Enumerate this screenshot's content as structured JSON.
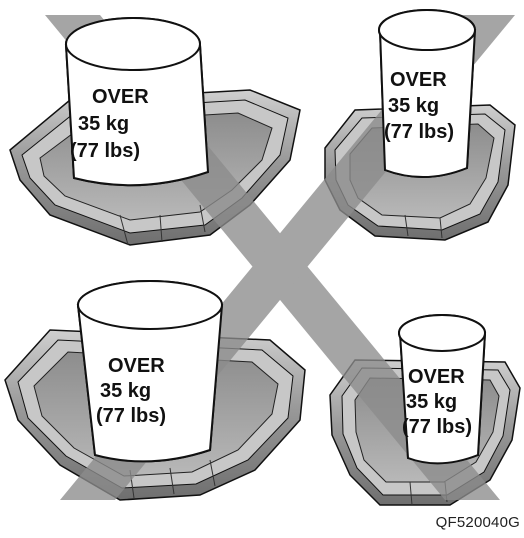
{
  "panels": [
    {
      "lines": [
        "OVER",
        "35 kg",
        "(77 lbs)"
      ]
    },
    {
      "lines": [
        "OVER",
        "35 kg",
        "(77 lbs)"
      ]
    },
    {
      "lines": [
        "OVER",
        "35 kg",
        "(77 lbs)"
      ]
    },
    {
      "lines": [
        "OVER",
        "35 kg",
        "(77 lbs)"
      ]
    }
  ],
  "figure_code": "QF520040G",
  "colors": {
    "cross": "#8c8c8c",
    "tray_dark": "#7a7a7a",
    "tray_mid": "#a9a9a9",
    "tray_light": "#d6d6d6",
    "outline": "#111111",
    "container": "#ffffff"
  }
}
